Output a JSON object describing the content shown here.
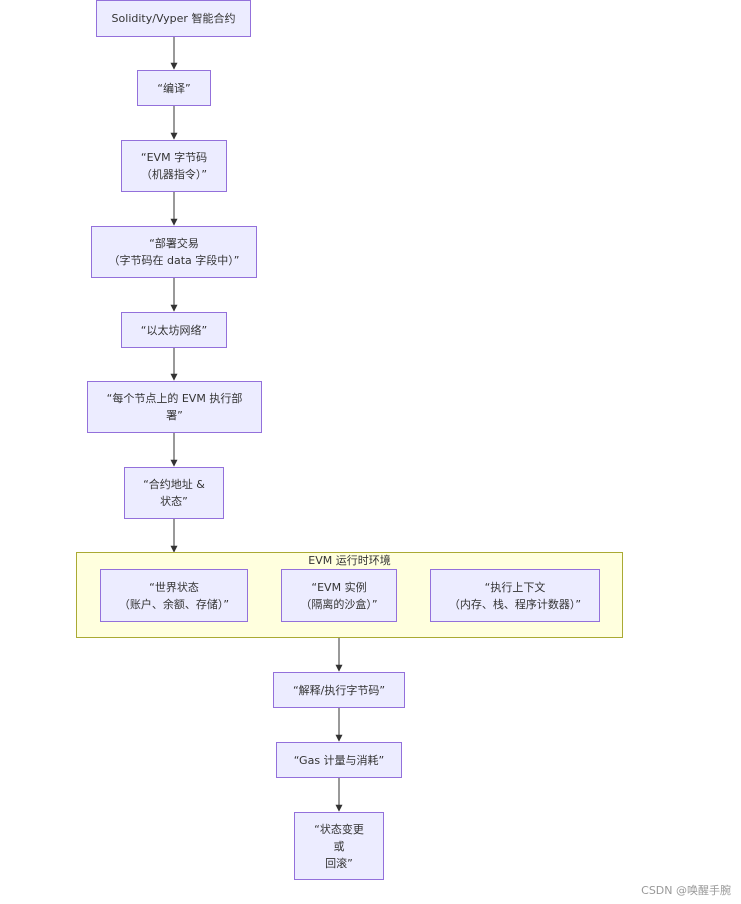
{
  "nodes": {
    "n1": "Solidity/Vyper 智能合约",
    "n2": "“编译”",
    "n3": "“EVM 字节码\n（机器指令）”",
    "n4": "“部署交易\n（字节码在 data 字段中）”",
    "n5": "“以太坊网络”",
    "n6": "“每个节点上的 EVM 执行部\n署”",
    "n7": "“合约地址 &\n状态”",
    "n8": "“世界状态\n（账户、余额、存储）”",
    "n9": "“EVM 实例\n（隔离的沙盒）”",
    "n10": "“执行上下文\n（内存、栈、程序计数器）”",
    "n11": "“解释/执行字节码”",
    "n12": "“Gas 计量与消耗”",
    "n13": "“状态变更\n或\n回滚”"
  },
  "cluster": {
    "title": "EVM 运行时环境"
  },
  "watermark": "CSDN @唤醒手腕"
}
